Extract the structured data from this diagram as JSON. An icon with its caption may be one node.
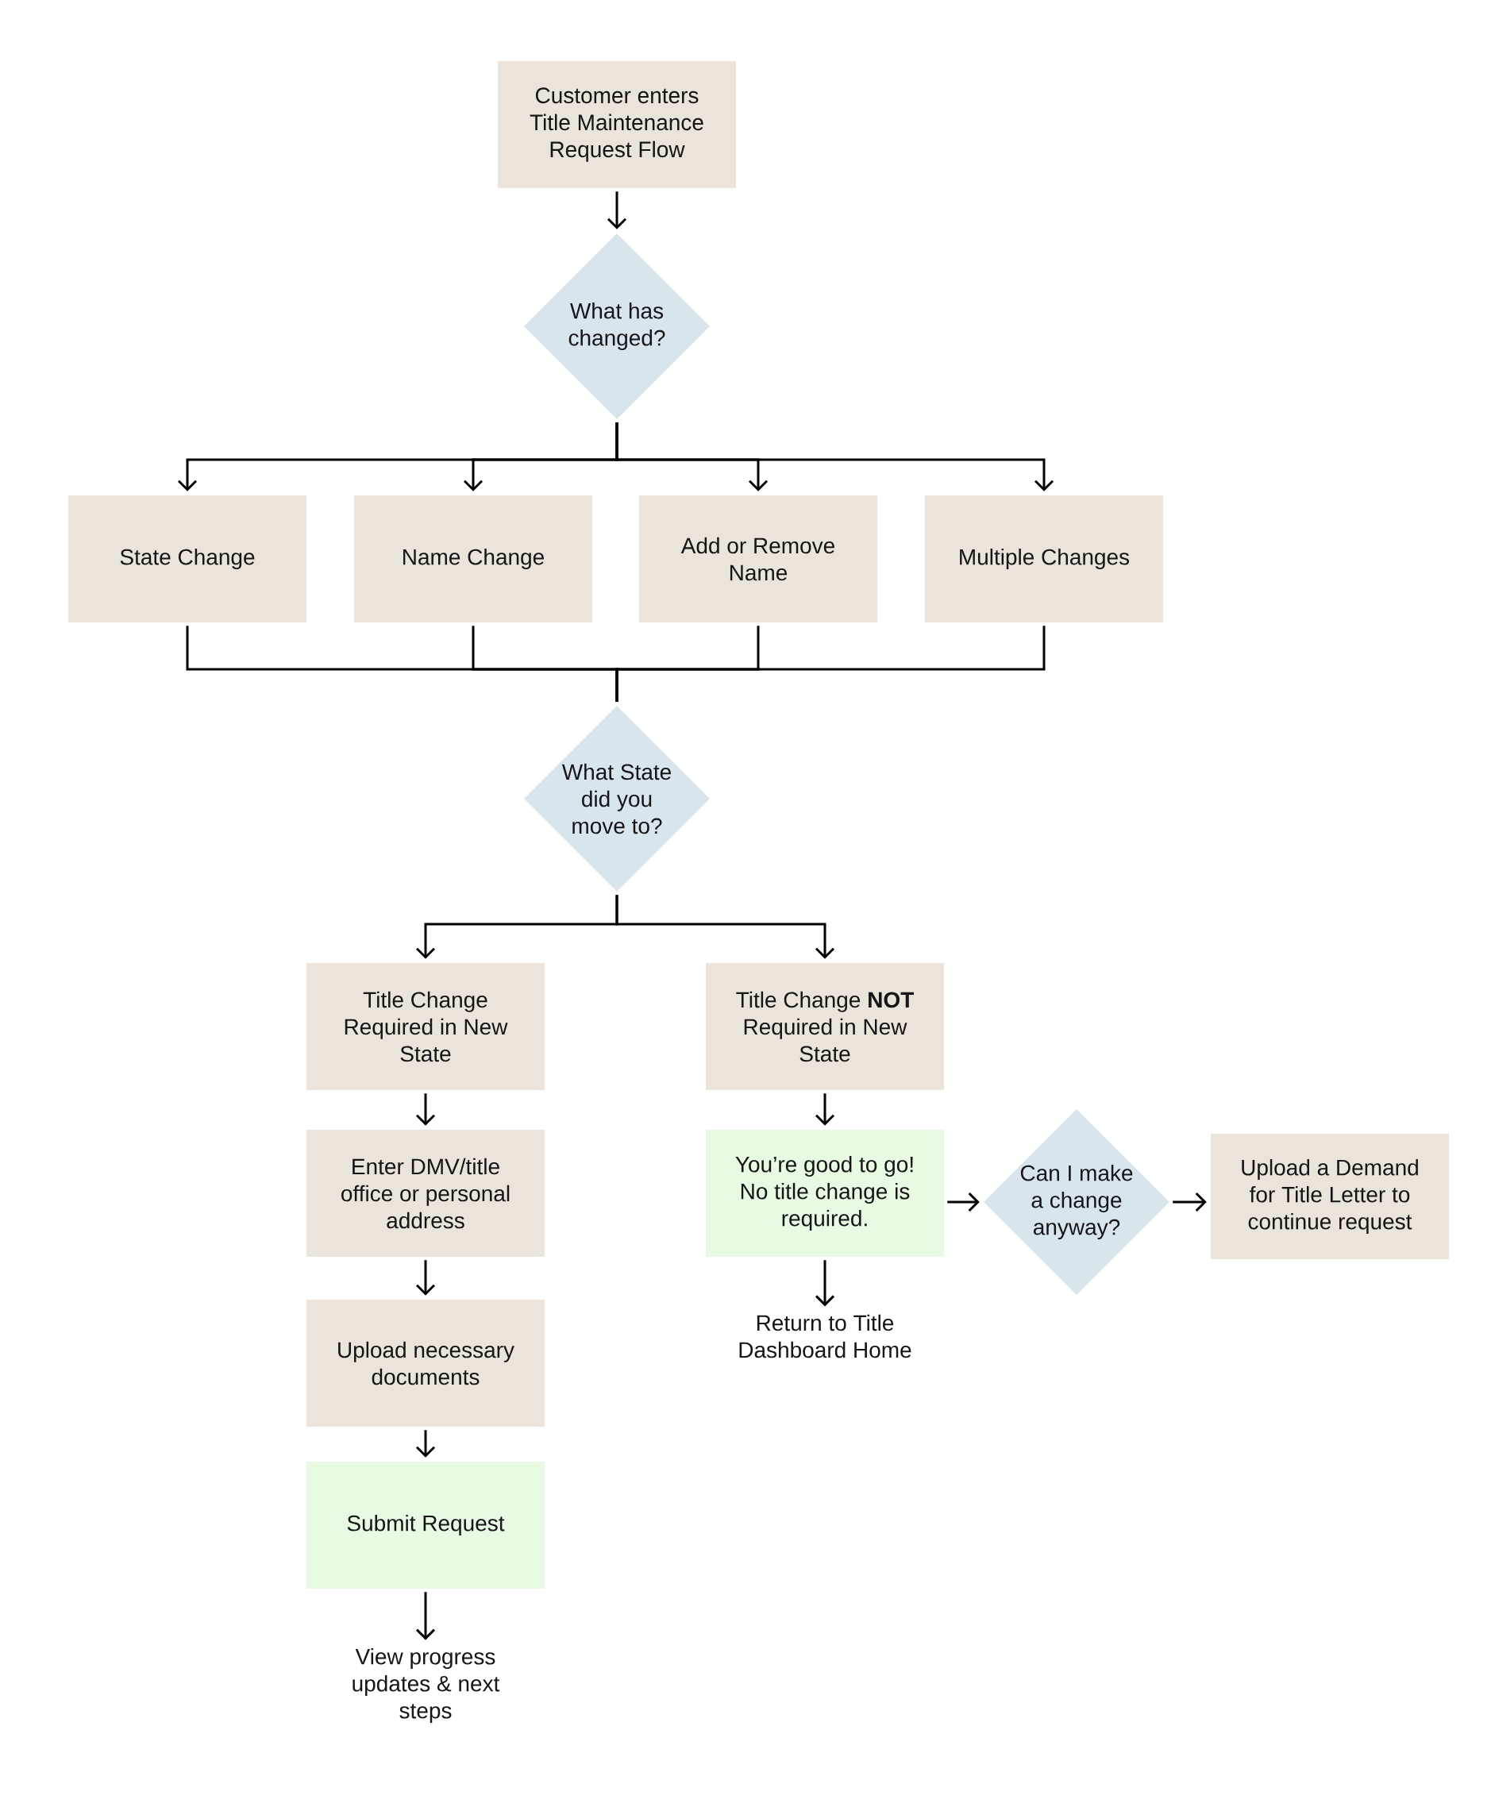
{
  "diagram": {
    "nodes": [
      {
        "text": [
          "Customer enters Title Maintenance Request Flow"
        ]
      },
      {
        "text": [
          "What has changed?"
        ]
      },
      {
        "text": [
          "State Change"
        ]
      },
      {
        "text": [
          "Name Change"
        ]
      },
      {
        "text": [
          "Add or Remove Name"
        ]
      },
      {
        "text": [
          "Multiple Changes"
        ]
      },
      {
        "text": [
          "What State did you move to?"
        ]
      },
      {
        "text": [
          "Title Change Required in New State"
        ]
      },
      {
        "text": [
          "Title Change **NOT** Required in New State"
        ]
      },
      {
        "text": [
          "Enter DMV/title office or personal address"
        ]
      },
      {
        "text": [
          "You’re good to go! No title change is required."
        ]
      },
      {
        "text": [
          "Can I make a change anyway?"
        ]
      },
      {
        "text": [
          "Upload a Demand for Title Letter to continue request"
        ]
      },
      {
        "text": [
          "Return to Title Dashboard Home"
        ]
      },
      {
        "text": [
          "Upload necessary documents"
        ]
      },
      {
        "text": [
          "Submit Request"
        ]
      },
      {
        "text": [
          "View progress updates & next steps"
        ]
      }
    ],
    "edges": [
      {
        "from": 0,
        "to": 1,
        "arrow": "to"
      },
      {
        "from": 1,
        "to": 2,
        "arrow": "to"
      },
      {
        "from": 1,
        "to": 3,
        "arrow": "to"
      },
      {
        "from": 1,
        "to": 4,
        "arrow": "to"
      },
      {
        "from": 1,
        "to": 5,
        "arrow": "to"
      },
      {
        "from": 2,
        "to": 6,
        "arrow": "none"
      },
      {
        "from": 3,
        "to": 6,
        "arrow": "none"
      },
      {
        "from": 4,
        "to": 6,
        "arrow": "none"
      },
      {
        "from": 5,
        "to": 6,
        "arrow": "none"
      },
      {
        "from": 6,
        "to": 7,
        "arrow": "to"
      },
      {
        "from": 6,
        "to": 8,
        "arrow": "to"
      },
      {
        "from": 7,
        "to": 9,
        "arrow": "to"
      },
      {
        "from": 8,
        "to": 10,
        "arrow": "to"
      },
      {
        "from": 10,
        "to": 11,
        "arrow": "to"
      },
      {
        "from": 11,
        "to": 12,
        "arrow": "to"
      },
      {
        "from": 10,
        "to": 13,
        "arrow": "to"
      },
      {
        "from": 9,
        "to": 14,
        "arrow": "to"
      },
      {
        "from": 14,
        "to": 15,
        "arrow": "to"
      },
      {
        "from": 15,
        "to": 16,
        "arrow": "to"
      }
    ]
  }
}
